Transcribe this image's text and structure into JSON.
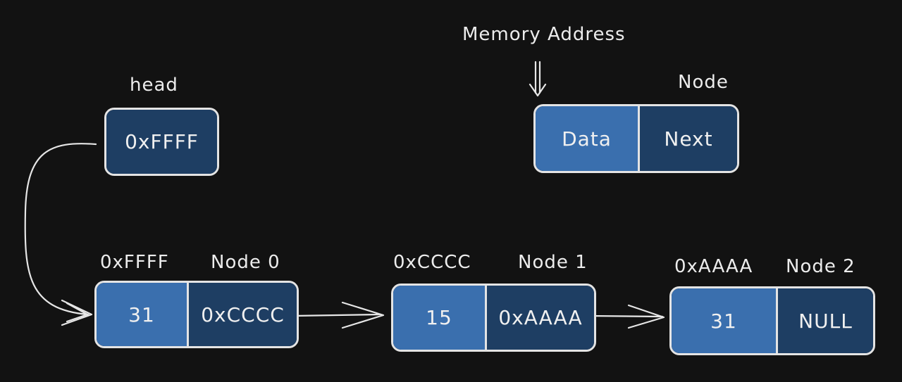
{
  "legend": {
    "memory_address_label": "Memory Address",
    "node_label": "Node",
    "data_field": "Data",
    "next_field": "Next"
  },
  "head": {
    "label": "head",
    "value": "0xFFFF"
  },
  "nodes": [
    {
      "address": "0xFFFF",
      "name": "Node 0",
      "data": "31",
      "next": "0xCCCC"
    },
    {
      "address": "0xCCCC",
      "name": "Node 1",
      "data": "15",
      "next": "0xAAAA"
    },
    {
      "address": "0xAAAA",
      "name": "Node 2",
      "data": "31",
      "next": "NULL"
    }
  ],
  "colors": {
    "background": "#121212",
    "data_cell": "#3a6fae",
    "pointer_cell": "#1e3e63",
    "stroke": "#e4e4e4"
  }
}
